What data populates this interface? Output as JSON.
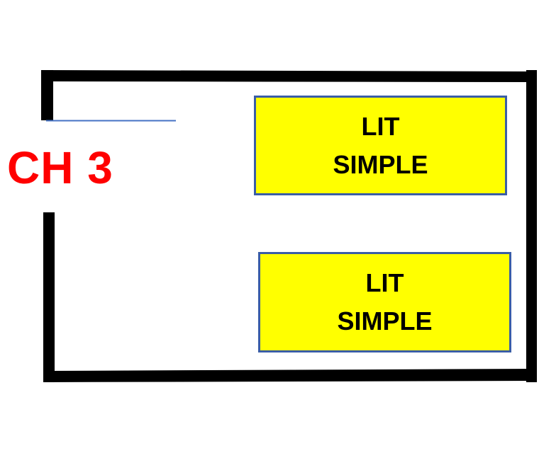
{
  "room": {
    "title": "CH 3",
    "title_color": "#ff0000",
    "wall_color": "#000000",
    "door_line_color": "#4472c4"
  },
  "beds": [
    {
      "line1": "LIT",
      "line2": "SIMPLE",
      "fill": "#ffff00"
    },
    {
      "line1": "LIT",
      "line2": "SIMPLE",
      "fill": "#ffff00"
    }
  ]
}
